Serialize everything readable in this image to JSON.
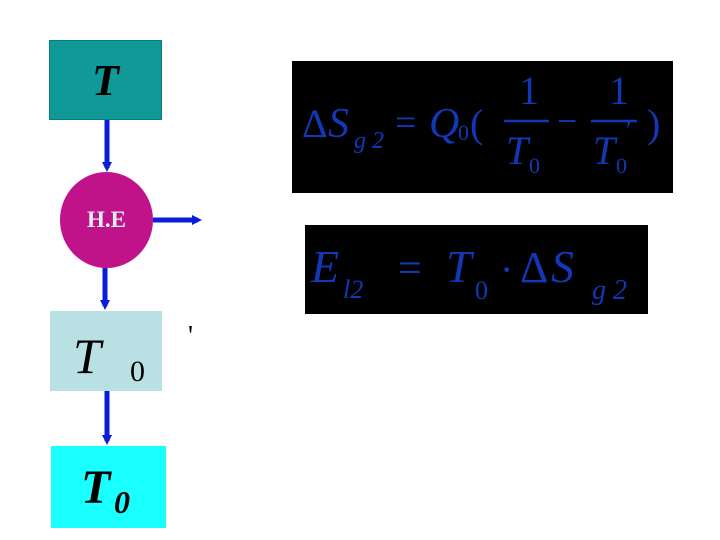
{
  "nodes": {
    "t_label": "T",
    "he_label": "H.E",
    "t0p_main": "T",
    "t0p_sub": "0",
    "t0p_prime": "'",
    "t0_main": "T",
    "t0_sub": "0"
  },
  "eq1": {
    "lhs_delta": "Δ",
    "lhs_s": "S",
    "lhs_sub": "g 2",
    "equals": "=",
    "q": "Q",
    "q_sub": "0",
    "open_paren": "(",
    "num1": "1",
    "den1_t": "T",
    "den1_sub": "0",
    "minus": "−",
    "num2": "1",
    "den2_t": "T",
    "den2_sub": "0",
    "den2_prime": "′",
    "close_paren": ")"
  },
  "eq2": {
    "e": "E",
    "e_sub": "l2",
    "equals": "=",
    "t": "T",
    "t_sub": "0",
    "dot": "·",
    "delta": "Δ",
    "s": "S",
    "s_sub": "g 2"
  },
  "colors": {
    "box_t": "#0f9a98",
    "circle_he": "#c01289",
    "box_t0_prime": "#b9e1e4",
    "box_t0": "#19ffff",
    "arrow": "#0a1ed8",
    "equation_text": "#1238b8",
    "equation_bg": "#000000"
  }
}
